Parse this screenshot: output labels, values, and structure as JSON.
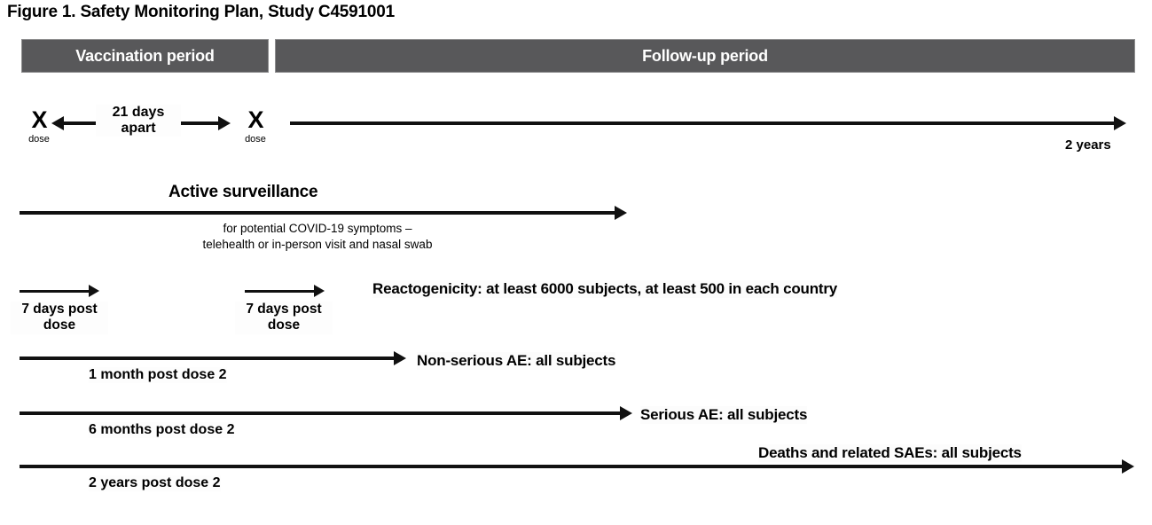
{
  "figure": {
    "title": "Figure 1. Safety Monitoring Plan, Study C4591001"
  },
  "periods": {
    "vaccination": "Vaccination period",
    "followup": "Follow-up period"
  },
  "doses": {
    "dose1_mark": "X",
    "dose1_label": "dose",
    "dose2_mark": "X",
    "dose2_label": "dose",
    "interval_line1": "21 days",
    "interval_line2": "apart"
  },
  "timeline": {
    "end_label": "2 years"
  },
  "active_surveillance": {
    "title": "Active surveillance",
    "subtitle_line1": "for potential COVID-19 symptoms –",
    "subtitle_line2": "telehealth or in-person visit and nasal swab"
  },
  "reactogenicity": {
    "arrow1_label_line1": "7 days post",
    "arrow1_label_line2": "dose",
    "arrow2_label_line1": "7 days post",
    "arrow2_label_line2": "dose",
    "outcome": "Reactogenicity: at least 6000 subjects, at least 500 in each country"
  },
  "non_serious_ae": {
    "duration_label": "1 month post dose 2",
    "outcome": "Non-serious AE: all subjects"
  },
  "serious_ae": {
    "duration_label": "6 months post dose 2",
    "outcome": "Serious AE: all subjects"
  },
  "deaths_saes": {
    "duration_label": "2 years post dose 2",
    "outcome": "Deaths and related SAEs: all subjects"
  },
  "colors": {
    "period_bar_fill": "#58585a",
    "period_bar_text": "#ffffff",
    "line": "#111111",
    "background": "#ffffff"
  }
}
